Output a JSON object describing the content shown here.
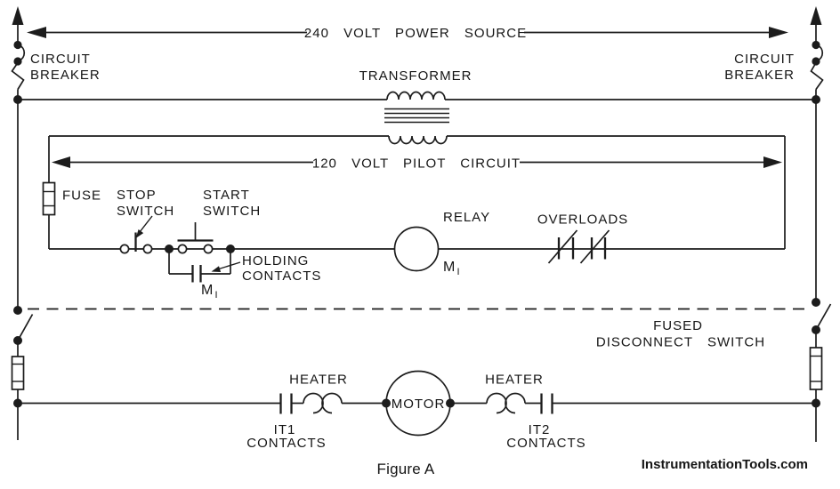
{
  "colors": {
    "line": "#1c1c1c",
    "watermark": "#A23CB1",
    "background": "#ffffff"
  },
  "power": {
    "source_label": "240 VOLT POWER SOURCE",
    "breaker_left": [
      "CIRCUIT",
      "BREAKER"
    ],
    "breaker_right": [
      "CIRCUIT",
      "BREAKER"
    ],
    "transformer_label": "TRANSFORMER"
  },
  "pilot": {
    "span_label": "120 VOLT PILOT CIRCUIT",
    "fuse_label": "FUSE",
    "stop_switch": [
      "STOP",
      "SWITCH"
    ],
    "start_switch": [
      "START",
      "SWITCH"
    ],
    "holding_contacts": [
      "HOLDING",
      "CONTACTS"
    ],
    "holding_ref": {
      "base": "M",
      "sub": "I"
    },
    "relay_label": "RELAY",
    "relay_ref": {
      "base": "M",
      "sub": "I"
    },
    "overloads_label": "OVERLOADS"
  },
  "motor_circuit": {
    "disconnect_label": [
      "FUSED",
      "DISCONNECT SWITCH"
    ],
    "heater_left_label": "HEATER",
    "heater_right_label": "HEATER",
    "it1_contacts": [
      "IT1",
      "CONTACTS"
    ],
    "it2_contacts": [
      "IT2",
      "CONTACTS"
    ],
    "motor_label": "MOTOR"
  },
  "footer": {
    "caption": "Figure A",
    "watermark": "InstrumentationTools.com"
  }
}
